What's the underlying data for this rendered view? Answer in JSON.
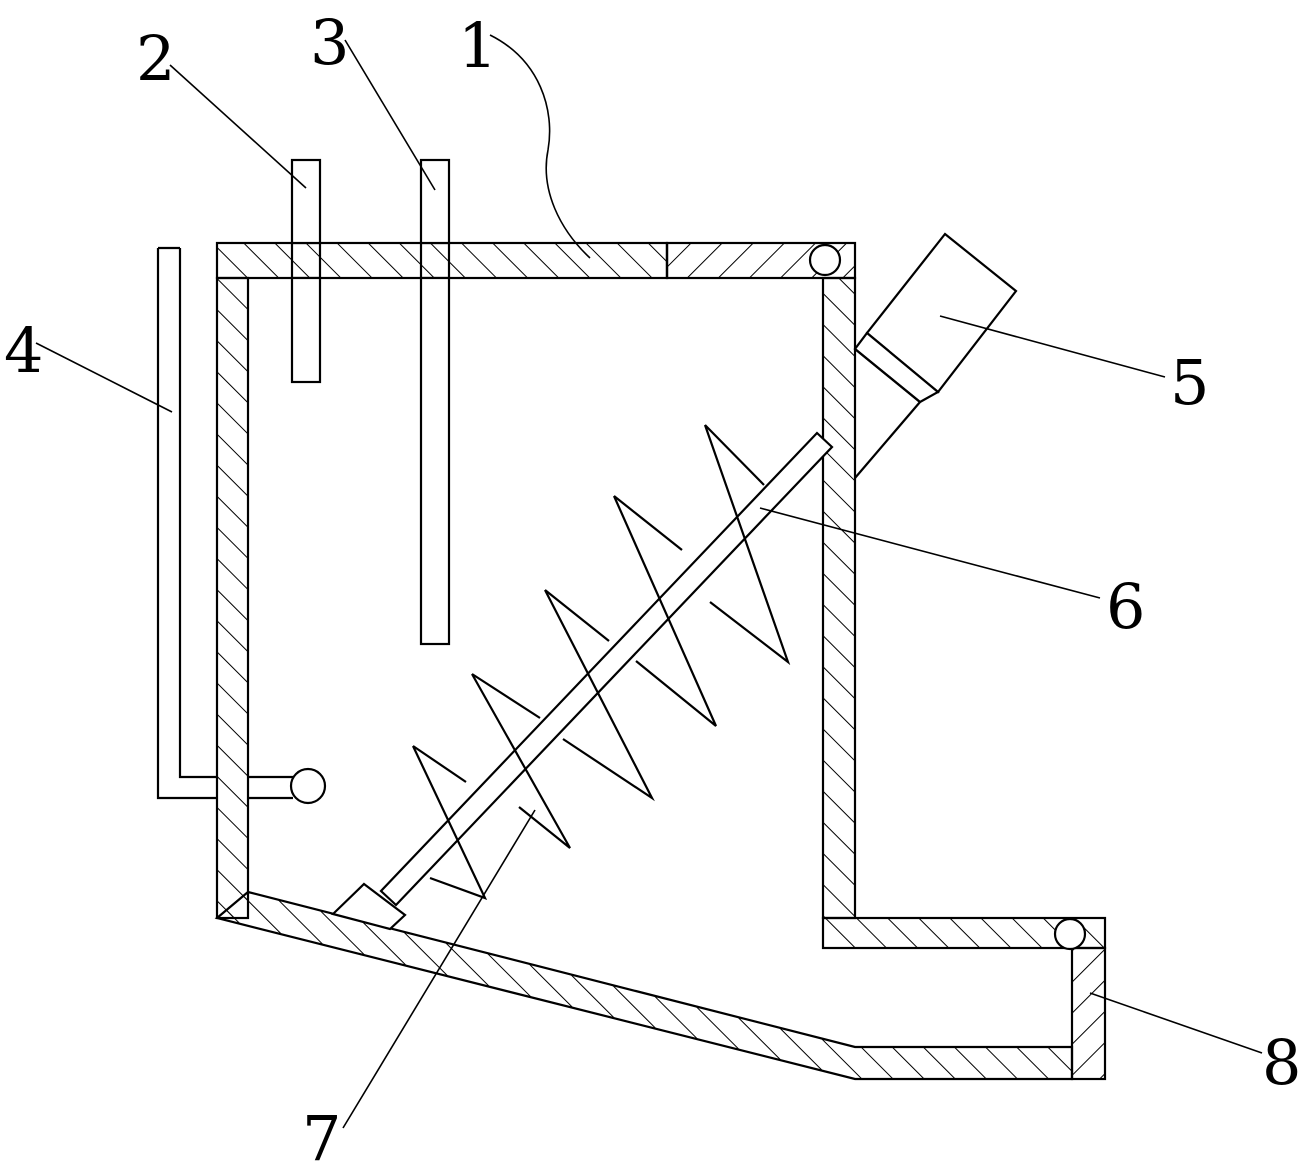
{
  "figure": {
    "callouts": [
      {
        "id": "label-1",
        "text": "1"
      },
      {
        "id": "label-2",
        "text": "2"
      },
      {
        "id": "label-3",
        "text": "3"
      },
      {
        "id": "label-4",
        "text": "4"
      },
      {
        "id": "label-5",
        "text": "5"
      },
      {
        "id": "label-6",
        "text": "6"
      },
      {
        "id": "label-7",
        "text": "7"
      },
      {
        "id": "label-8",
        "text": "8"
      }
    ]
  }
}
